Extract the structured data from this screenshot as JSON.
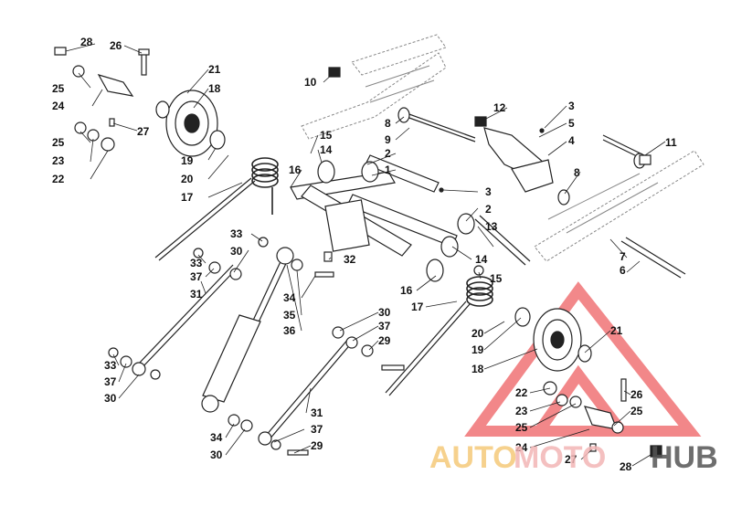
{
  "watermark": {
    "part1": "AUTO",
    "part2": "MOTO",
    "part3": "HUB",
    "color_auto": "#f5c97a",
    "color_moto": "#f3b6b6",
    "color_hub": "#555555",
    "logo_color": "#e8262a"
  },
  "callouts": [
    {
      "id": "c28a",
      "text": "28"
    },
    {
      "id": "c26a",
      "text": "26"
    },
    {
      "id": "c25a",
      "text": "25"
    },
    {
      "id": "c24a",
      "text": "24"
    },
    {
      "id": "c25b",
      "text": "25"
    },
    {
      "id": "c23a",
      "text": "23"
    },
    {
      "id": "c22a",
      "text": "22"
    },
    {
      "id": "c27a",
      "text": "27"
    },
    {
      "id": "c21a",
      "text": "21"
    },
    {
      "id": "c18a",
      "text": "18"
    },
    {
      "id": "c19a",
      "text": "19"
    },
    {
      "id": "c20a",
      "text": "20"
    },
    {
      "id": "c17a",
      "text": "17"
    },
    {
      "id": "c16a",
      "text": "16"
    },
    {
      "id": "c15a",
      "text": "15"
    },
    {
      "id": "c14a",
      "text": "14"
    },
    {
      "id": "c10",
      "text": "10"
    },
    {
      "id": "c8a",
      "text": "8"
    },
    {
      "id": "c9",
      "text": "9"
    },
    {
      "id": "c2a",
      "text": "2"
    },
    {
      "id": "c1",
      "text": "1"
    },
    {
      "id": "c12",
      "text": "12"
    },
    {
      "id": "c3a",
      "text": "3"
    },
    {
      "id": "c5",
      "text": "5"
    },
    {
      "id": "c4",
      "text": "4"
    },
    {
      "id": "c11",
      "text": "11"
    },
    {
      "id": "c8b",
      "text": "8"
    },
    {
      "id": "c3b",
      "text": "3"
    },
    {
      "id": "c2b",
      "text": "2"
    },
    {
      "id": "c13",
      "text": "13"
    },
    {
      "id": "c7",
      "text": "7"
    },
    {
      "id": "c6",
      "text": "6"
    },
    {
      "id": "c33a",
      "text": "33"
    },
    {
      "id": "c30a",
      "text": "30"
    },
    {
      "id": "c33b",
      "text": "33"
    },
    {
      "id": "c37a",
      "text": "37"
    },
    {
      "id": "c31a",
      "text": "31"
    },
    {
      "id": "c32",
      "text": "32"
    },
    {
      "id": "c14b",
      "text": "14"
    },
    {
      "id": "c15b",
      "text": "15"
    },
    {
      "id": "c16b",
      "text": "16"
    },
    {
      "id": "c17b",
      "text": "17"
    },
    {
      "id": "c34a",
      "text": "34"
    },
    {
      "id": "c35",
      "text": "35"
    },
    {
      "id": "c36",
      "text": "36"
    },
    {
      "id": "c30b",
      "text": "30"
    },
    {
      "id": "c37b",
      "text": "37"
    },
    {
      "id": "c29a",
      "text": "29"
    },
    {
      "id": "c20b",
      "text": "20"
    },
    {
      "id": "c19b",
      "text": "19"
    },
    {
      "id": "c18b",
      "text": "18"
    },
    {
      "id": "c21b",
      "text": "21"
    },
    {
      "id": "c33c",
      "text": "33"
    },
    {
      "id": "c37c",
      "text": "37"
    },
    {
      "id": "c30c",
      "text": "30"
    },
    {
      "id": "c22b",
      "text": "22"
    },
    {
      "id": "c23b",
      "text": "23"
    },
    {
      "id": "c26b",
      "text": "26"
    },
    {
      "id": "c25c",
      "text": "25"
    },
    {
      "id": "c25d",
      "text": "25"
    },
    {
      "id": "c24b",
      "text": "24"
    },
    {
      "id": "c27b",
      "text": "27"
    },
    {
      "id": "c28b",
      "text": "28"
    },
    {
      "id": "c31b",
      "text": "31"
    },
    {
      "id": "c37d",
      "text": "37"
    },
    {
      "id": "c34b",
      "text": "34"
    },
    {
      "id": "c29b",
      "text": "29"
    },
    {
      "id": "c30d",
      "text": "30"
    }
  ]
}
